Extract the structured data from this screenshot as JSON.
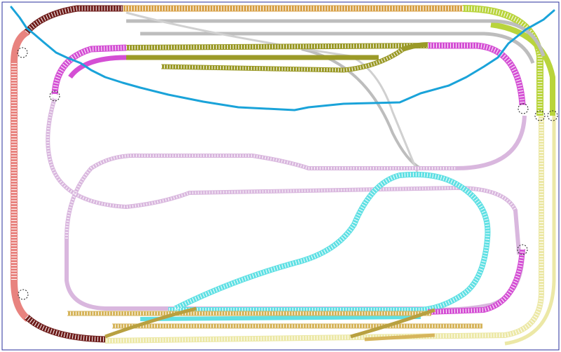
{
  "layout": {
    "border_color": "#2a2f9e",
    "background": "#ffffff"
  },
  "colors": {
    "grey": "#bdbdbd",
    "lilac": "#d9b7de",
    "pink": "#e8837f",
    "maroon": "#6f1d1b",
    "orange": "#d8a24a",
    "olive": "#9b9a28",
    "magenta": "#d44fd4",
    "cyan": "#5fe0e4",
    "lime": "#b9d43c",
    "cream": "#ece8a6",
    "tan": "#d6b55c",
    "river": "#1aa3d9"
  },
  "markers": [
    {
      "name": "joint-marker-left-top",
      "color": "#222222"
    },
    {
      "name": "joint-marker-left-bottom",
      "color": "#222222"
    },
    {
      "name": "joint-marker-magenta-upper",
      "color": "#222222"
    },
    {
      "name": "joint-marker-right-pair-a",
      "color": "#222222"
    },
    {
      "name": "joint-marker-right-pair-b",
      "color": "#222222"
    },
    {
      "name": "joint-marker-magenta-lower",
      "color": "#222222"
    },
    {
      "name": "joint-marker-magenta-left",
      "color": "#222222"
    }
  ]
}
